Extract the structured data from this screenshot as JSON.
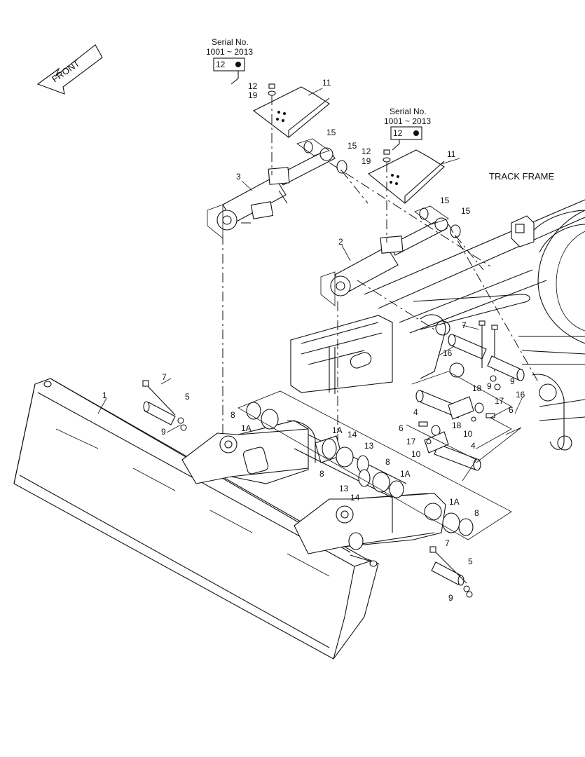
{
  "front_arrow": {
    "label": "FRONT"
  },
  "track_frame_label": "TRACK FRAME",
  "serial_notes": [
    {
      "line1": "Serial No.",
      "line2": "1001 ~ 2013",
      "part": "12"
    },
    {
      "line1": "Serial No.",
      "line2": "1001 ~ 2013",
      "part": "12"
    }
  ],
  "callouts": [
    {
      "text": "1"
    },
    {
      "text": "1A"
    },
    {
      "text": "1A"
    },
    {
      "text": "1A"
    },
    {
      "text": "1A"
    },
    {
      "text": "2"
    },
    {
      "text": "3"
    },
    {
      "text": "4"
    },
    {
      "text": "4"
    },
    {
      "text": "5"
    },
    {
      "text": "5"
    },
    {
      "text": "6"
    },
    {
      "text": "6"
    },
    {
      "text": "7"
    },
    {
      "text": "7"
    },
    {
      "text": "7"
    },
    {
      "text": "8"
    },
    {
      "text": "8"
    },
    {
      "text": "8"
    },
    {
      "text": "8"
    },
    {
      "text": "9"
    },
    {
      "text": "9"
    },
    {
      "text": "9"
    },
    {
      "text": "9"
    },
    {
      "text": "10"
    },
    {
      "text": "10"
    },
    {
      "text": "11"
    },
    {
      "text": "11"
    },
    {
      "text": "12"
    },
    {
      "text": "12"
    },
    {
      "text": "13"
    },
    {
      "text": "13"
    },
    {
      "text": "14"
    },
    {
      "text": "14"
    },
    {
      "text": "15"
    },
    {
      "text": "15"
    },
    {
      "text": "15"
    },
    {
      "text": "15"
    },
    {
      "text": "16"
    },
    {
      "text": "16"
    },
    {
      "text": "17"
    },
    {
      "text": "17"
    },
    {
      "text": "18"
    },
    {
      "text": "18"
    },
    {
      "text": "19"
    },
    {
      "text": "19"
    }
  ]
}
